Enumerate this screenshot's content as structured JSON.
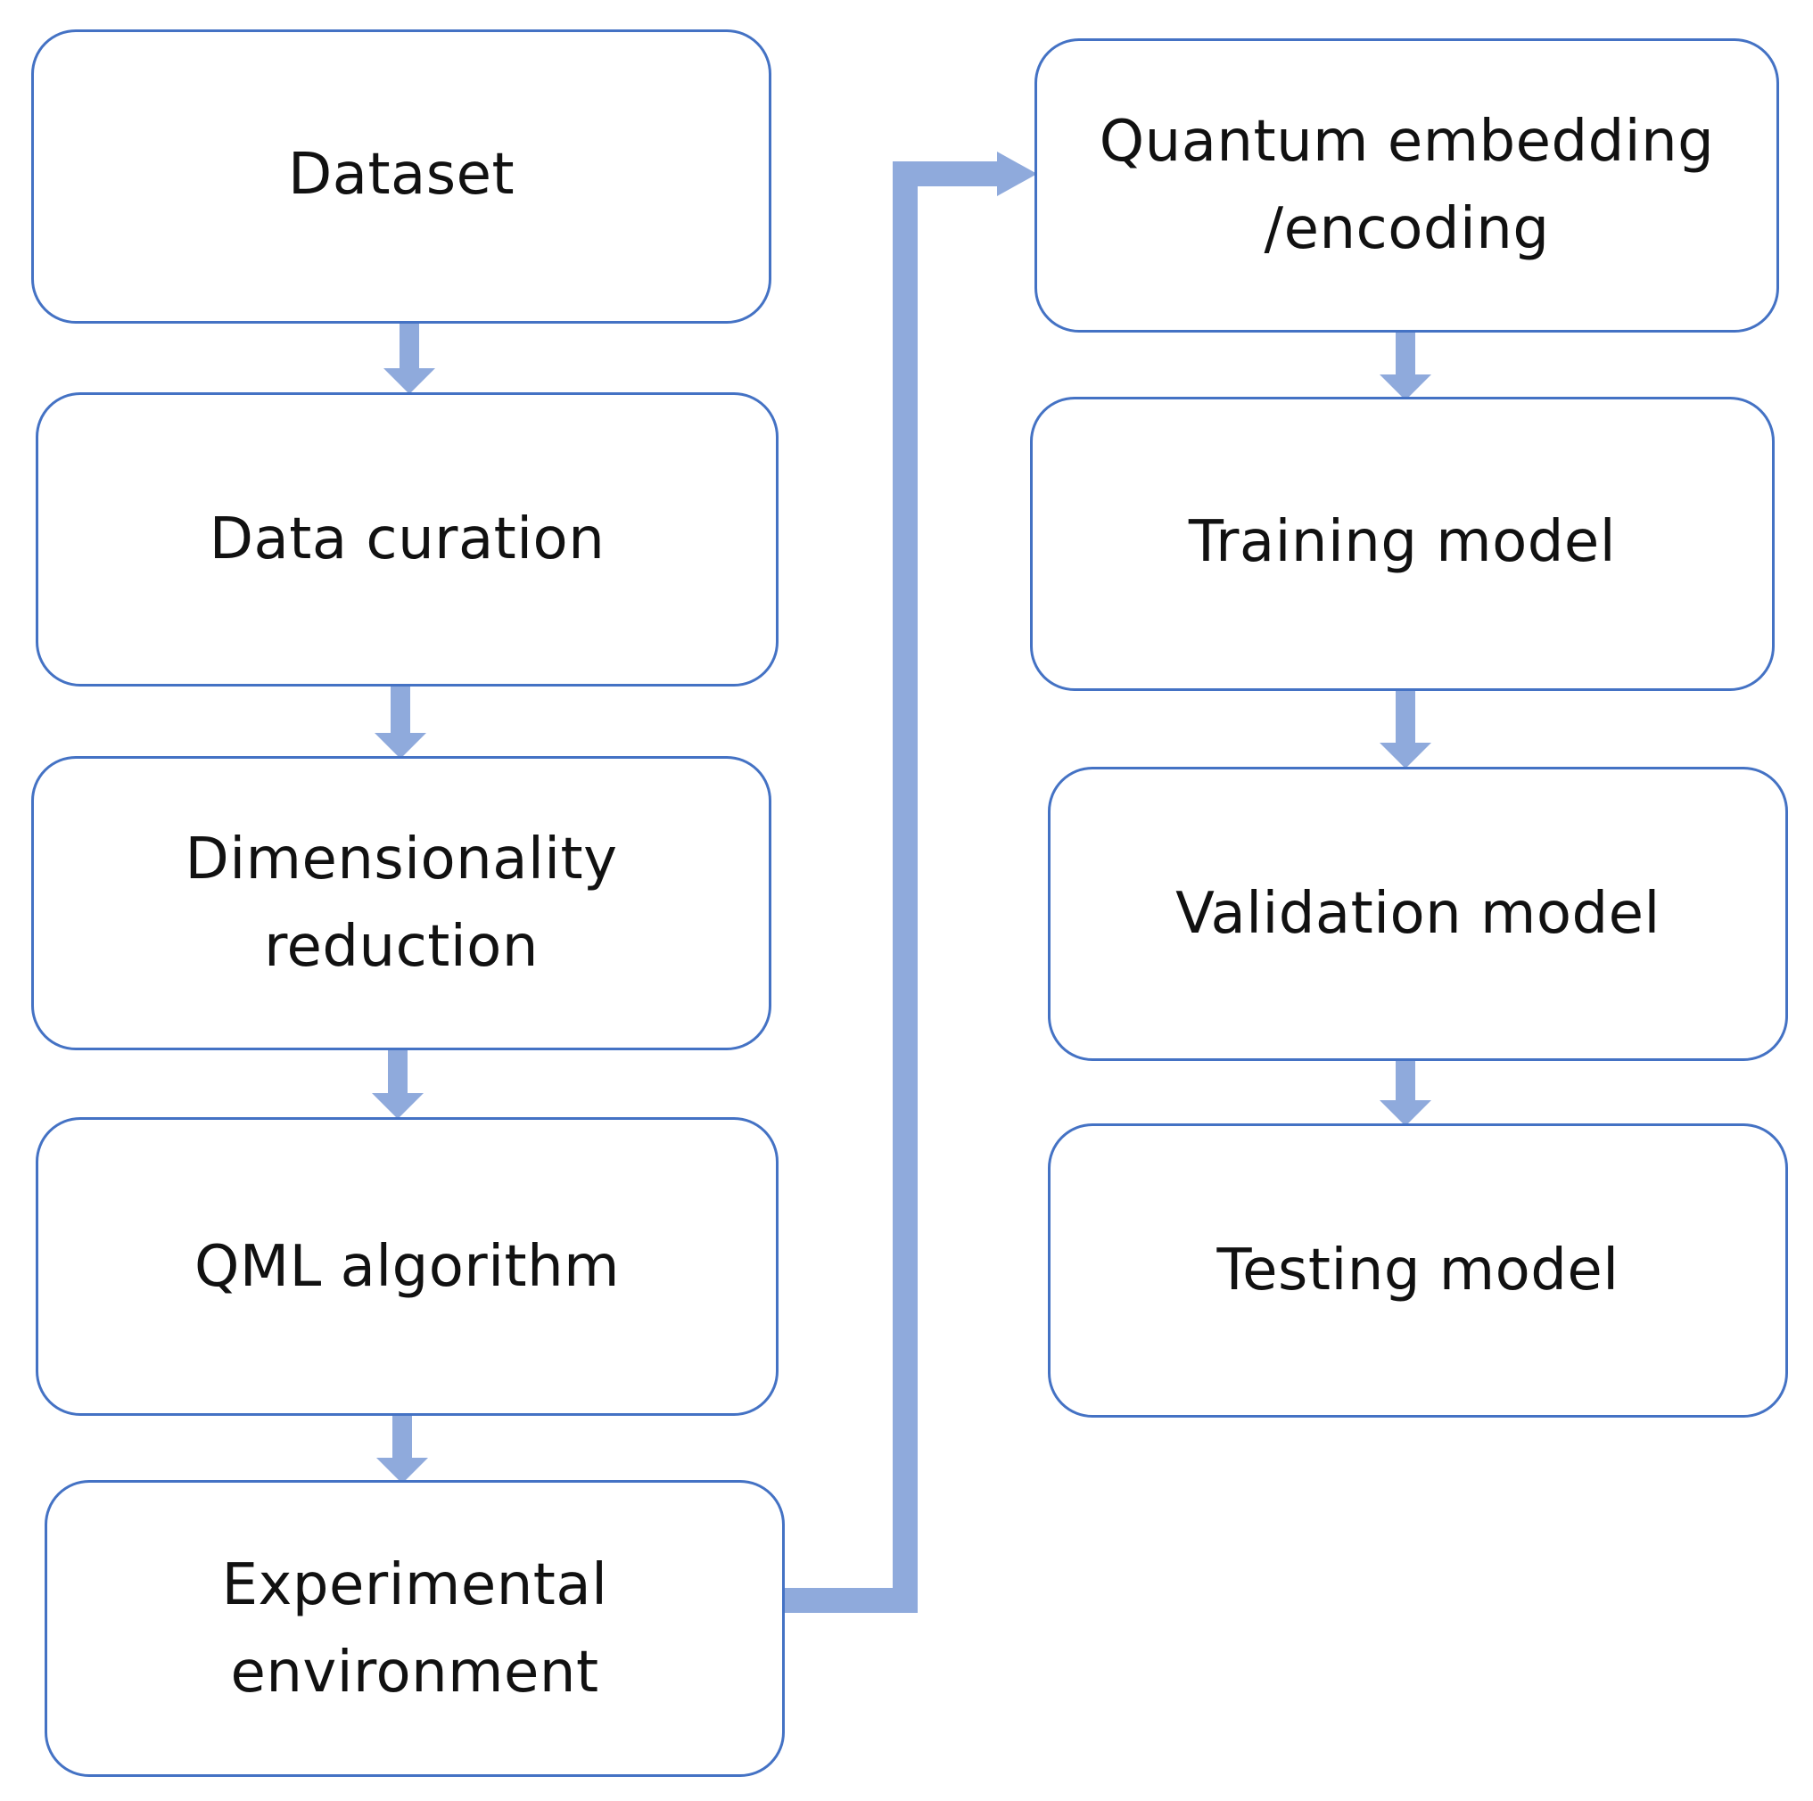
{
  "colors": {
    "box_border": "#4472c4",
    "arrow": "#8faadc",
    "text": "#111111",
    "background": "#ffffff"
  },
  "nodes": {
    "dataset": {
      "lines": [
        "Dataset"
      ]
    },
    "data_curation": {
      "lines": [
        "Data curation"
      ]
    },
    "dimensionality_reduction": {
      "lines": [
        "Dimensionality",
        "reduction"
      ]
    },
    "qml_algorithm": {
      "lines": [
        "QML algorithm"
      ]
    },
    "experimental_environment": {
      "lines": [
        "Experimental",
        "environment"
      ]
    },
    "quantum_embedding": {
      "lines": [
        "Quantum embedding",
        "/encoding"
      ]
    },
    "training_model": {
      "lines": [
        "Training model"
      ]
    },
    "validation_model": {
      "lines": [
        "Validation model"
      ]
    },
    "testing_model": {
      "lines": [
        "Testing model"
      ]
    }
  },
  "edges": [
    {
      "from": "dataset",
      "to": "data_curation"
    },
    {
      "from": "data_curation",
      "to": "dimensionality_reduction"
    },
    {
      "from": "dimensionality_reduction",
      "to": "qml_algorithm"
    },
    {
      "from": "qml_algorithm",
      "to": "experimental_environment"
    },
    {
      "from": "experimental_environment",
      "to": "quantum_embedding"
    },
    {
      "from": "quantum_embedding",
      "to": "training_model"
    },
    {
      "from": "training_model",
      "to": "validation_model"
    },
    {
      "from": "validation_model",
      "to": "testing_model"
    }
  ]
}
